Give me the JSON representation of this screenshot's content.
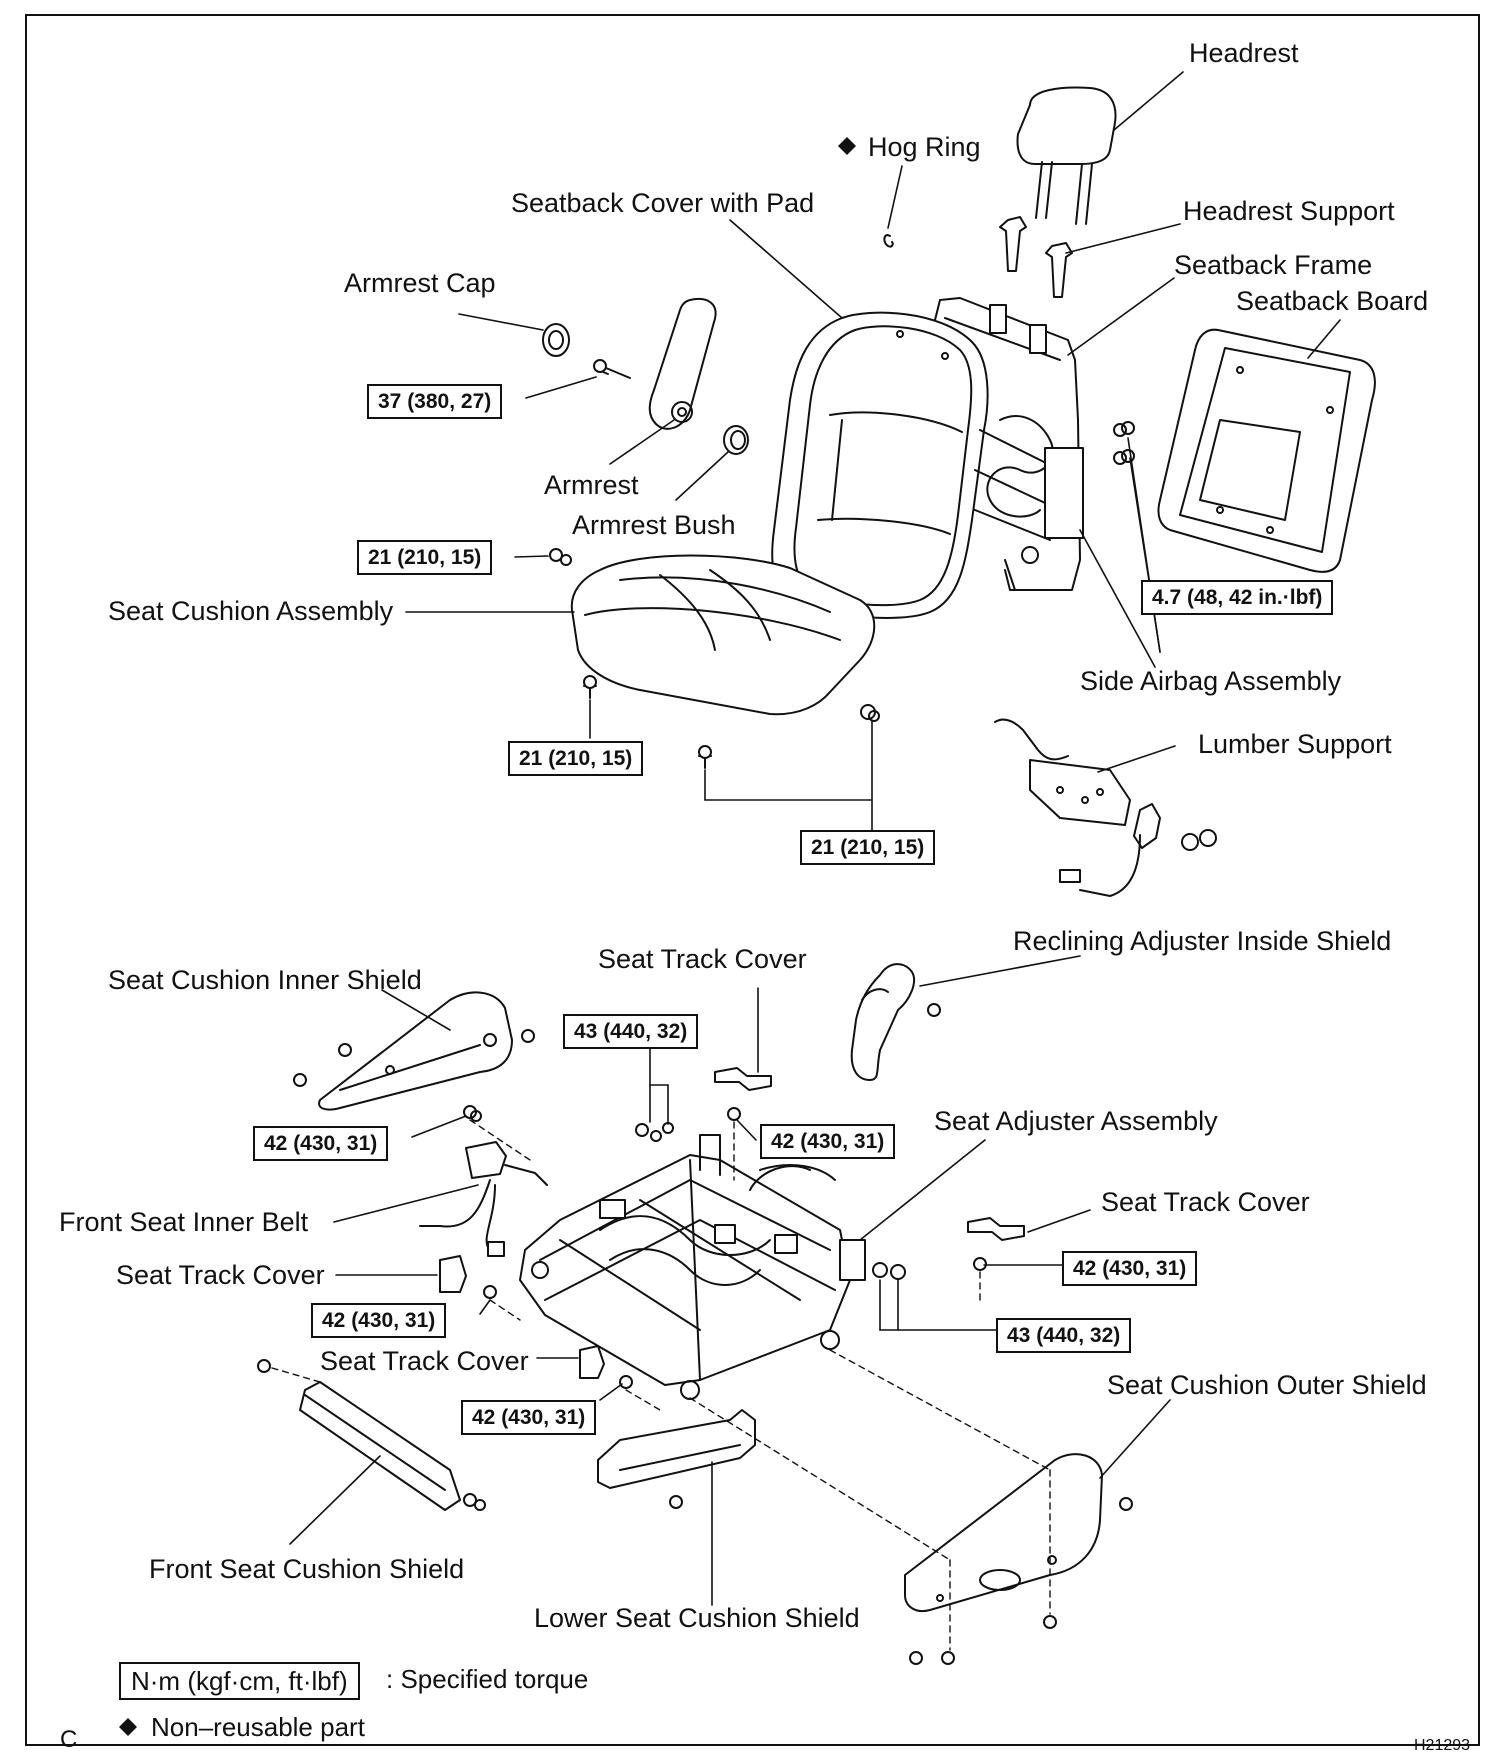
{
  "labels": {
    "headrest": "Headrest",
    "hog_ring": "Hog Ring",
    "seatback_cover": "Seatback Cover with Pad",
    "headrest_support": "Headrest Support",
    "seatback_frame": "Seatback Frame",
    "seatback_board": "Seatback Board",
    "armrest_cap": "Armrest Cap",
    "armrest": "Armrest",
    "armrest_bush": "Armrest Bush",
    "seat_cushion_assembly": "Seat Cushion Assembly",
    "side_airbag": "Side Airbag Assembly",
    "lumber_support": "Lumber Support",
    "reclining_shield": "Reclining Adjuster Inside Shield",
    "seat_cushion_inner_shield": "Seat Cushion Inner Shield",
    "seat_track_cover_top": "Seat Track Cover",
    "seat_adjuster_assembly": "Seat Adjuster Assembly",
    "seat_track_cover_right": "Seat Track Cover",
    "front_seat_inner_belt": "Front Seat Inner Belt",
    "seat_track_cover_left": "Seat Track Cover",
    "seat_track_cover_mid": "Seat Track Cover",
    "seat_cushion_outer_shield": "Seat Cushion Outer Shield",
    "front_seat_cushion_shield": "Front Seat Cushion Shield",
    "lower_seat_cushion_shield": "Lower Seat Cushion Shield"
  },
  "torques": {
    "armrest_bolt": "37 (380, 27)",
    "cushion_top": "21 (210, 15)",
    "cushion_front": "21 (210, 15)",
    "cushion_rear": "21 (210, 15)",
    "seatback_board": "4.7 (48, 42 in.·lbf)",
    "track_top": "43 (440, 32)",
    "inner_shield_bolt": "42 (430, 31)",
    "track_center": "42 (430, 31)",
    "track_right": "42 (430, 31)",
    "track_right_lower": "43 (440, 32)",
    "track_left": "42 (430, 31)",
    "track_mid": "42 (430, 31)"
  },
  "legend": {
    "torque_unit": "N·m (kgf·cm, ft·lbf)",
    "torque_desc": ": Specified torque",
    "nonreusable_symbol": "◆",
    "nonreusable_desc": "Non–reusable part"
  },
  "corner_letter": "C",
  "figure_code": "H21293"
}
